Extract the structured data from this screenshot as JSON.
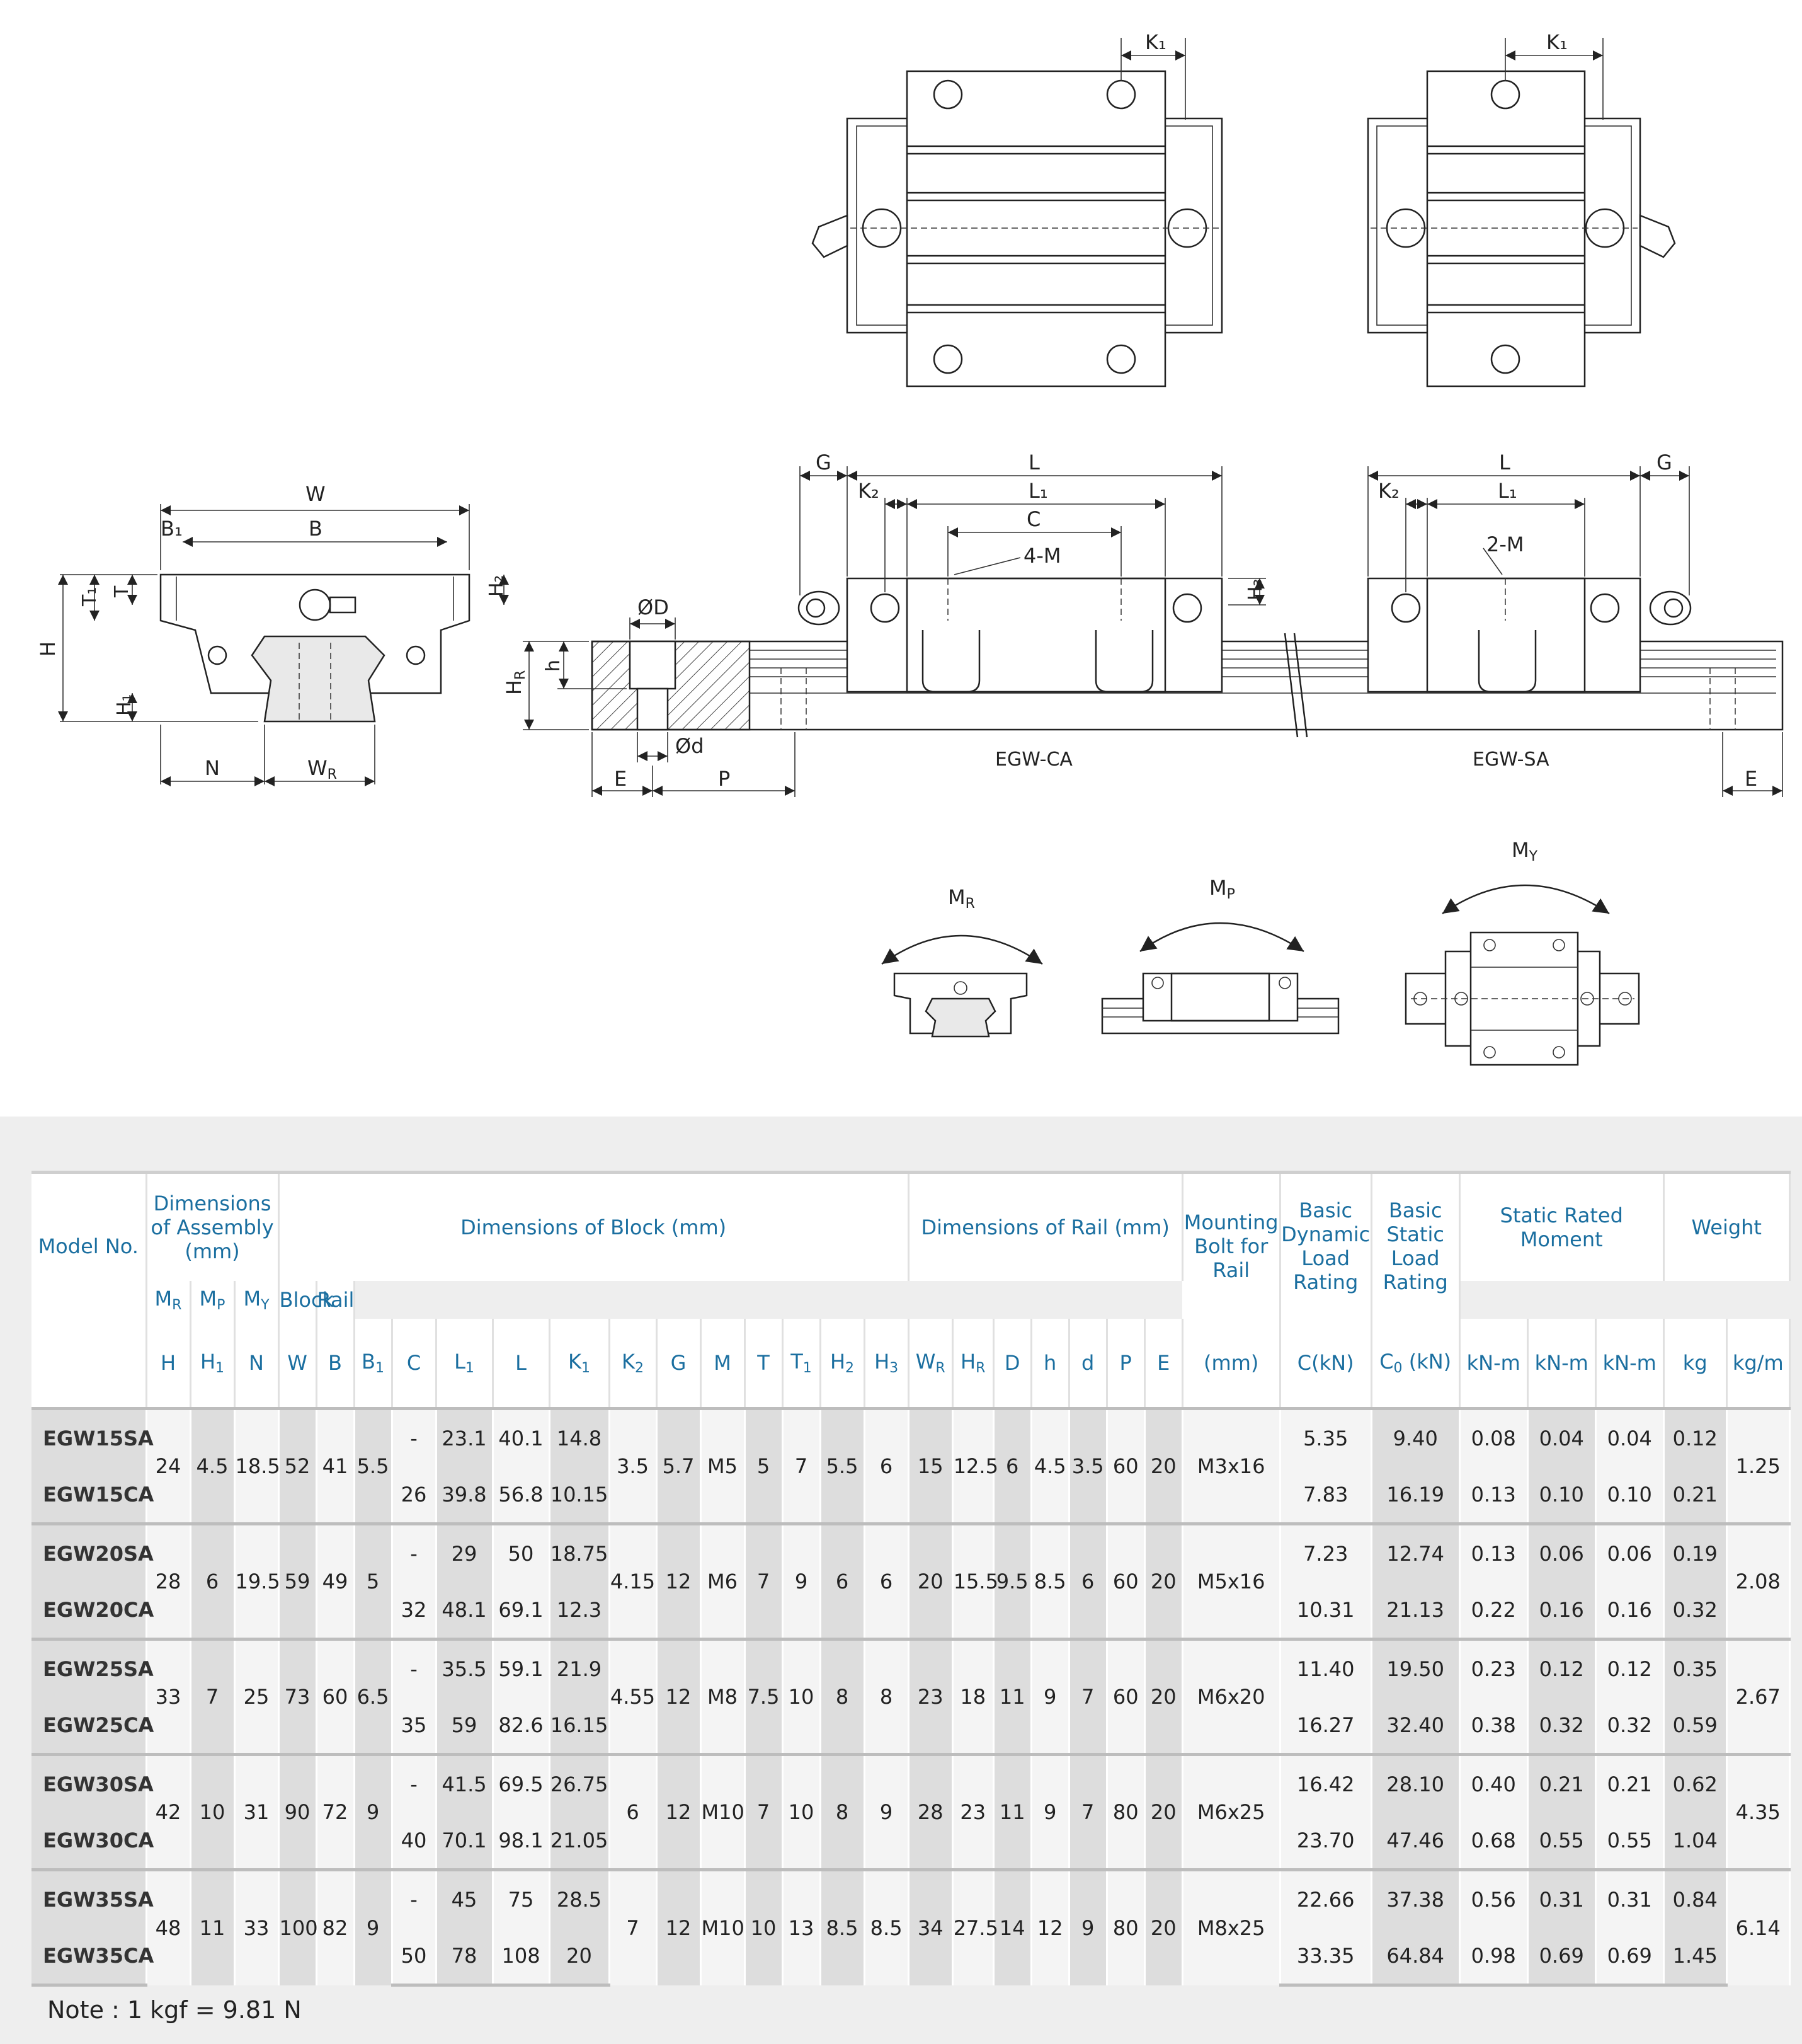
{
  "drawing": {
    "labels": {
      "K1": "K₁",
      "W": "W",
      "B": "B",
      "B1": "B₁",
      "T": "T",
      "T1": "T₁",
      "H": "H",
      "H1": "H₁",
      "H2": "H₂",
      "N": "N",
      "WR": "W",
      "WR_sub": "R",
      "HR": "H",
      "HR_sub": "R",
      "h": "h",
      "OD": "ØD",
      "od": "Ød",
      "E": "E",
      "P": "P",
      "G": "G",
      "L": "L",
      "L1": "L₁",
      "K2": "K₂",
      "C": "C",
      "four_M": "4-M",
      "two_M": "2-M",
      "H3": "H₃",
      "EGW_CA": "EGW-CA",
      "EGW_SA": "EGW-SA",
      "MR": "M",
      "MR_sub": "R",
      "MP": "M",
      "MP_sub": "P",
      "MY": "M",
      "MY_sub": "Y"
    }
  },
  "table": {
    "headers": {
      "model_no": "Model No.",
      "assembly": "Dimensions of Assembly (mm)",
      "block": "Dimensions of Block (mm)",
      "rail": "Dimensions of Rail (mm)",
      "bolt": "Mounting Bolt for Rail",
      "dynamic": "Basic Dynamic Load Rating",
      "static": "Basic Static Load Rating",
      "moment": "Static Rated Moment",
      "weight": "Weight",
      "col_H": "H",
      "col_H1": "H",
      "col_H1_sub": "1",
      "col_N": "N",
      "col_W": "W",
      "col_B": "B",
      "col_B1": "B",
      "col_B1_sub": "1",
      "col_C": "C",
      "col_L1": "L",
      "col_L1_sub": "1",
      "col_L": "L",
      "col_K1": "K",
      "col_K1_sub": "1",
      "col_K2": "K",
      "col_K2_sub": "2",
      "col_G": "G",
      "col_M": "M",
      "col_T": "T",
      "col_T1": "T",
      "col_T1_sub": "1",
      "col_H2": "H",
      "col_H2_sub": "2",
      "col_H3": "H",
      "col_H3_sub": "3",
      "col_WR": "W",
      "col_WR_sub": "R",
      "col_HR": "H",
      "col_HR_sub": "R",
      "col_D": "D",
      "col_h": "h",
      "col_d": "d",
      "col_P": "P",
      "col_E": "E",
      "col_bolt_unit": "(mm)",
      "col_dyn_unit": "C(kN)",
      "col_stat_unit": "C",
      "col_stat_sub": "0",
      "col_stat_unit2": " (kN)",
      "col_MR": "M",
      "col_MR_sub": "R",
      "col_MP": "M",
      "col_MP_sub": "P",
      "col_MY": "M",
      "col_MY_sub": "Y",
      "unit_knm": "kN-m",
      "col_block": "Block",
      "col_rail": "Rail",
      "unit_kg": "kg",
      "unit_kgm": "kg/m"
    },
    "groups": [
      {
        "H": "24",
        "H1": "4.5",
        "N": "18.5",
        "W": "52",
        "B": "41",
        "B1": "5.5",
        "K2": "3.5",
        "G": "5.7",
        "M": "M5",
        "T": "5",
        "T1": "7",
        "H2": "5.5",
        "H3": "6",
        "WR": "15",
        "HR": "12.5",
        "D": "6",
        "h": "4.5",
        "d": "3.5",
        "P": "60",
        "E": "20",
        "bolt": "M3x16",
        "rail_wt": "1.25",
        "rows": [
          {
            "model": "EGW15SA",
            "C": "-",
            "L1": "23.1",
            "L": "40.1",
            "K1": "14.8",
            "dyn": "5.35",
            "stat": "9.40",
            "MR": "0.08",
            "MP": "0.04",
            "MY": "0.04",
            "block": "0.12"
          },
          {
            "model": "EGW15CA",
            "C": "26",
            "L1": "39.8",
            "L": "56.8",
            "K1": "10.15",
            "dyn": "7.83",
            "stat": "16.19",
            "MR": "0.13",
            "MP": "0.10",
            "MY": "0.10",
            "block": "0.21"
          }
        ]
      },
      {
        "H": "28",
        "H1": "6",
        "N": "19.5",
        "W": "59",
        "B": "49",
        "B1": "5",
        "K2": "4.15",
        "G": "12",
        "M": "M6",
        "T": "7",
        "T1": "9",
        "H2": "6",
        "H3": "6",
        "WR": "20",
        "HR": "15.5",
        "D": "9.5",
        "h": "8.5",
        "d": "6",
        "P": "60",
        "E": "20",
        "bolt": "M5x16",
        "rail_wt": "2.08",
        "rows": [
          {
            "model": "EGW20SA",
            "C": "-",
            "L1": "29",
            "L": "50",
            "K1": "18.75",
            "dyn": "7.23",
            "stat": "12.74",
            "MR": "0.13",
            "MP": "0.06",
            "MY": "0.06",
            "block": "0.19"
          },
          {
            "model": "EGW20CA",
            "C": "32",
            "L1": "48.1",
            "L": "69.1",
            "K1": "12.3",
            "dyn": "10.31",
            "stat": "21.13",
            "MR": "0.22",
            "MP": "0.16",
            "MY": "0.16",
            "block": "0.32"
          }
        ]
      },
      {
        "H": "33",
        "H1": "7",
        "N": "25",
        "W": "73",
        "B": "60",
        "B1": "6.5",
        "K2": "4.55",
        "G": "12",
        "M": "M8",
        "T": "7.5",
        "T1": "10",
        "H2": "8",
        "H3": "8",
        "WR": "23",
        "HR": "18",
        "D": "11",
        "h": "9",
        "d": "7",
        "P": "60",
        "E": "20",
        "bolt": "M6x20",
        "rail_wt": "2.67",
        "rows": [
          {
            "model": "EGW25SA",
            "C": "-",
            "L1": "35.5",
            "L": "59.1",
            "K1": "21.9",
            "dyn": "11.40",
            "stat": "19.50",
            "MR": "0.23",
            "MP": "0.12",
            "MY": "0.12",
            "block": "0.35"
          },
          {
            "model": "EGW25CA",
            "C": "35",
            "L1": "59",
            "L": "82.6",
            "K1": "16.15",
            "dyn": "16.27",
            "stat": "32.40",
            "MR": "0.38",
            "MP": "0.32",
            "MY": "0.32",
            "block": "0.59"
          }
        ]
      },
      {
        "H": "42",
        "H1": "10",
        "N": "31",
        "W": "90",
        "B": "72",
        "B1": "9",
        "K2": "6",
        "G": "12",
        "M": "M10",
        "T": "7",
        "T1": "10",
        "H2": "8",
        "H3": "9",
        "WR": "28",
        "HR": "23",
        "D": "11",
        "h": "9",
        "d": "7",
        "P": "80",
        "E": "20",
        "bolt": "M6x25",
        "rail_wt": "4.35",
        "rows": [
          {
            "model": "EGW30SA",
            "C": "-",
            "L1": "41.5",
            "L": "69.5",
            "K1": "26.75",
            "dyn": "16.42",
            "stat": "28.10",
            "MR": "0.40",
            "MP": "0.21",
            "MY": "0.21",
            "block": "0.62"
          },
          {
            "model": "EGW30CA",
            "C": "40",
            "L1": "70.1",
            "L": "98.1",
            "K1": "21.05",
            "dyn": "23.70",
            "stat": "47.46",
            "MR": "0.68",
            "MP": "0.55",
            "MY": "0.55",
            "block": "1.04"
          }
        ]
      },
      {
        "H": "48",
        "H1": "11",
        "N": "33",
        "W": "100",
        "B": "82",
        "B1": "9",
        "K2": "7",
        "G": "12",
        "M": "M10",
        "T": "10",
        "T1": "13",
        "H2": "8.5",
        "H3": "8.5",
        "WR": "34",
        "HR": "27.5",
        "D": "14",
        "h": "12",
        "d": "9",
        "P": "80",
        "E": "20",
        "bolt": "M8x25",
        "rail_wt": "6.14",
        "rows": [
          {
            "model": "EGW35SA",
            "C": "-",
            "L1": "45",
            "L": "75",
            "K1": "28.5",
            "dyn": "22.66",
            "stat": "37.38",
            "MR": "0.56",
            "MP": "0.31",
            "MY": "0.31",
            "block": "0.84"
          },
          {
            "model": "EGW35CA",
            "C": "50",
            "L1": "78",
            "L": "108",
            "K1": "20",
            "dyn": "33.35",
            "stat": "64.84",
            "MR": "0.98",
            "MP": "0.69",
            "MY": "0.69",
            "block": "1.45"
          }
        ]
      }
    ],
    "note": "Note : 1 kgf = 9.81 N"
  }
}
